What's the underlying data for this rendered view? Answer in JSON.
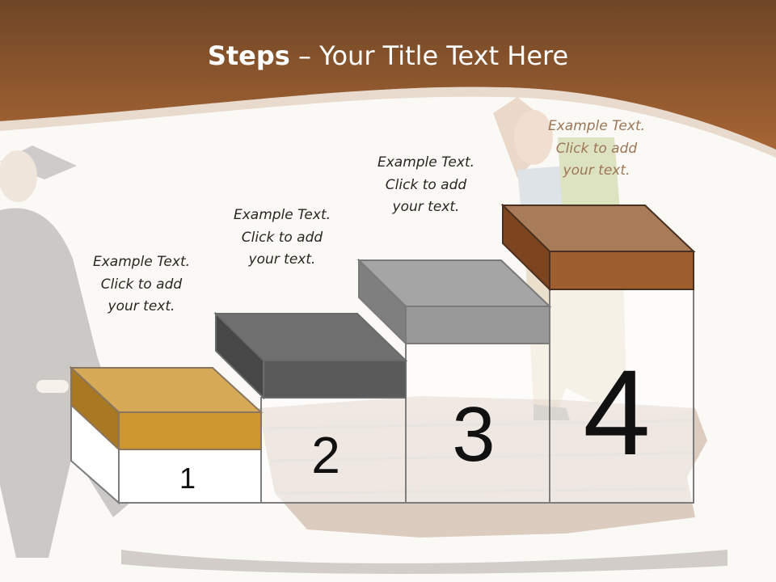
{
  "slide": {
    "title_bold": "Steps",
    "title_rest": " – Your Title Text Here"
  },
  "steps": [
    {
      "number": "1",
      "text": "Example Text.\nClick  to add\nyour text.",
      "top_color": "#d6aa56",
      "front_color": "#cd962e",
      "side_color": "#a97822"
    },
    {
      "number": "2",
      "text": "Example Text.\nClick  to add\nyour text.",
      "top_color": "#707070",
      "front_color": "#5a5a5a",
      "side_color": "#474747"
    },
    {
      "number": "3",
      "text": "Example Text.\nClick  to add\nyour text.",
      "top_color": "#a5a5a5",
      "front_color": "#999999",
      "side_color": "#7f7f7f"
    },
    {
      "number": "4",
      "text": "Example Text.\nClick  to add\nyour text.",
      "top_color": "#a87c58",
      "front_color": "#9e5e2e",
      "side_color": "#7c4520"
    }
  ],
  "colors": {
    "header_brown": "#9b5d2c",
    "background": "#fbf9f6"
  }
}
